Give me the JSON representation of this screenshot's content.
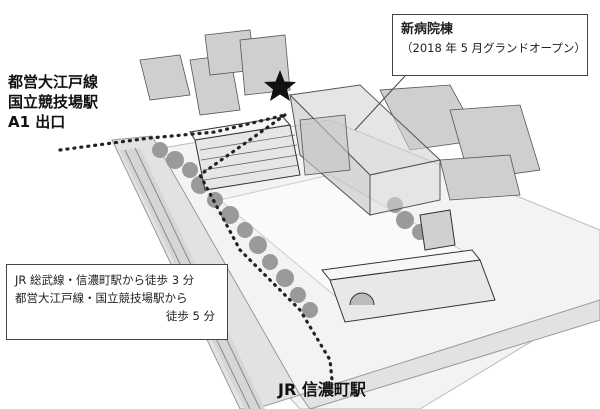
{
  "map": {
    "upper_station": {
      "lines": [
        "都営大江戸線",
        "国立競技場駅",
        "A1 出口"
      ]
    },
    "new_building_callout": {
      "title": "新病院棟",
      "subtitle": "（2018 年 5 月グランドオープン）"
    },
    "access_info": {
      "lines": [
        "JR 総武線・信濃町駅から徒歩 3 分",
        "都営大江戸線・国立競技場駅から",
        "徒歩 5 分"
      ]
    },
    "lower_station": {
      "name": "JR 信濃町駅"
    },
    "marker_icon": "star-icon",
    "colors": {
      "route": "#222222",
      "buildings": "#cfcfcf",
      "trees": "#9a9a9a",
      "ground": "#ececec"
    }
  }
}
